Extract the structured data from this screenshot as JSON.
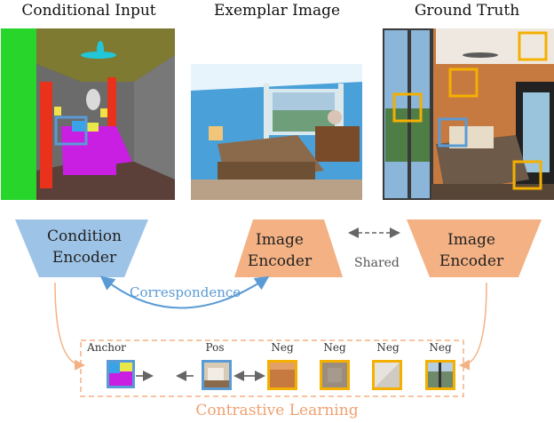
{
  "titles": {
    "conditional_input": "Conditional Input",
    "exemplar_image": "Exemplar Image",
    "ground_truth": "Ground Truth"
  },
  "encoders": {
    "condition_line1": "Condition",
    "condition_line2": "Encoder",
    "image1_line1": "Image",
    "image1_line2": "Encoder",
    "image2_line1": "Image",
    "image2_line2": "Encoder"
  },
  "labels": {
    "shared": "Shared",
    "correspondence": "Correspondence",
    "contrastive": "Contrastive Learning",
    "anchor": "Anchor",
    "pos": "Pos",
    "neg1": "Neg",
    "neg2": "Neg",
    "neg3": "Neg",
    "neg4": "Neg"
  },
  "colors": {
    "condition_encoder": "#9dc3e6",
    "image_encoder": "#f4b183",
    "correspondence": "#5a9bd5",
    "orange_dashed": "#f4b183",
    "pos_box": "#5a9bd5",
    "neg_box": "#f4b000",
    "contrastive_text": "#f0a070"
  }
}
